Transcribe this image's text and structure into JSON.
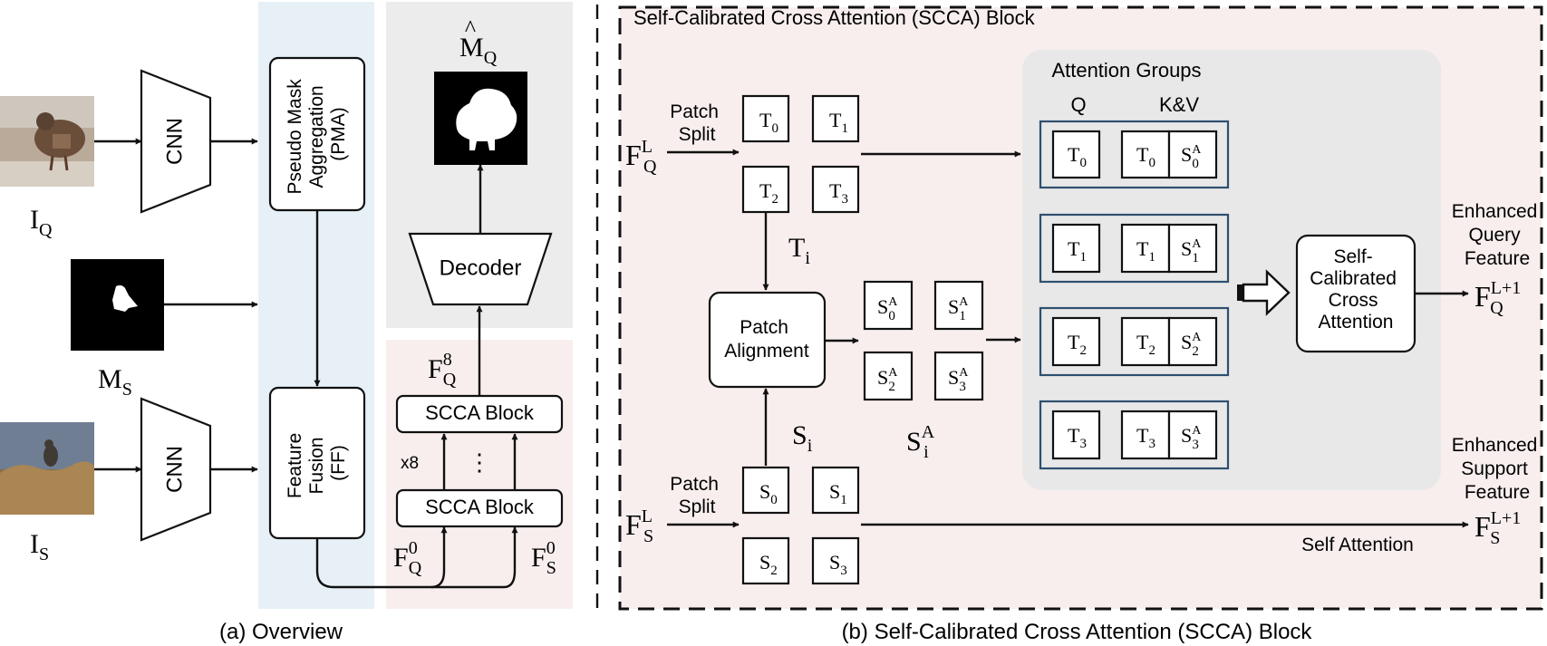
{
  "panel_a": {
    "caption": "(a) Overview",
    "inputs": {
      "query_image_label": "I",
      "query_image_sub": "Q",
      "support_mask_label": "M",
      "support_mask_sub": "S",
      "support_image_label": "I",
      "support_image_sub": "S"
    },
    "cnn_label": "CNN",
    "pma_lines": [
      "Pseudo Mask",
      "Aggregation",
      "(PMA)"
    ],
    "ff_lines": [
      "Feature",
      "Fusion",
      "(FF)"
    ],
    "scca_block_label": "SCCA Block",
    "repeat_label": "x8",
    "ellipsis": "⋮",
    "decoder_label": "Decoder",
    "output_mask_label": "M",
    "output_mask_hat": "^",
    "output_mask_sub": "Q",
    "fq8": {
      "base": "F",
      "sub": "Q",
      "sup": "8"
    },
    "fq0": {
      "base": "F",
      "sub": "Q",
      "sup": "0"
    },
    "fs0": {
      "base": "F",
      "sub": "S",
      "sup": "0"
    }
  },
  "panel_b": {
    "title": "Self-Calibrated Cross Attention (SCCA) Block",
    "caption": "(b) Self-Calibrated Cross Attention (SCCA) Block",
    "fql": {
      "base": "F",
      "sub": "Q",
      "sup": "L"
    },
    "fsl": {
      "base": "F",
      "sub": "S",
      "sup": "L"
    },
    "patch_split_lines": [
      "Patch",
      "Split"
    ],
    "query_patches": [
      {
        "base": "T",
        "sub": "0"
      },
      {
        "base": "T",
        "sub": "1"
      },
      {
        "base": "T",
        "sub": "2"
      },
      {
        "base": "T",
        "sub": "3"
      }
    ],
    "support_patches": [
      {
        "base": "S",
        "sub": "0"
      },
      {
        "base": "S",
        "sub": "1"
      },
      {
        "base": "S",
        "sub": "2"
      },
      {
        "base": "S",
        "sub": "3"
      }
    ],
    "aligned_patches": [
      {
        "base": "S",
        "sub": "0",
        "sup": "A"
      },
      {
        "base": "S",
        "sub": "1",
        "sup": "A"
      },
      {
        "base": "S",
        "sub": "2",
        "sup": "A"
      },
      {
        "base": "S",
        "sub": "3",
        "sup": "A"
      }
    ],
    "ti": {
      "base": "T",
      "sub": "i"
    },
    "si": {
      "base": "S",
      "sub": "i"
    },
    "sia": {
      "base": "S",
      "sub": "i",
      "sup": "A"
    },
    "patch_alignment_lines": [
      "Patch",
      "Alignment"
    ],
    "attention_groups_title": "Attention Groups",
    "q_header": "Q",
    "kv_header": "K&V",
    "groups": [
      {
        "q": {
          "base": "T",
          "sub": "0"
        },
        "k": {
          "base": "T",
          "sub": "0"
        },
        "v": {
          "base": "S",
          "sub": "0",
          "sup": "A"
        }
      },
      {
        "q": {
          "base": "T",
          "sub": "1"
        },
        "k": {
          "base": "T",
          "sub": "1"
        },
        "v": {
          "base": "S",
          "sub": "1",
          "sup": "A"
        }
      },
      {
        "q": {
          "base": "T",
          "sub": "2"
        },
        "k": {
          "base": "T",
          "sub": "2"
        },
        "v": {
          "base": "S",
          "sub": "2",
          "sup": "A"
        }
      },
      {
        "q": {
          "base": "T",
          "sub": "3"
        },
        "k": {
          "base": "T",
          "sub": "3"
        },
        "v": {
          "base": "S",
          "sub": "3",
          "sup": "A"
        }
      }
    ],
    "scca_lines": [
      "Self-",
      "Calibrated",
      "Cross",
      "Attention"
    ],
    "enhanced_query_lines": [
      "Enhanced",
      "Query",
      "Feature"
    ],
    "enhanced_support_lines": [
      "Enhanced",
      "Support",
      "Feature"
    ],
    "fql1": {
      "base": "F",
      "sub": "Q",
      "sup": "L+1"
    },
    "fsl1": {
      "base": "F",
      "sub": "S",
      "sup": "L+1"
    },
    "self_attention_label": "Self Attention"
  },
  "colors": {
    "overview_band": "#e6f0f6",
    "decoder_band": "#ececec",
    "scca_band": "#f8eeee",
    "block_panel": "#f8eeee",
    "attention_groups_panel": "#e8e8e8",
    "group_border": "#2f4f6f"
  }
}
